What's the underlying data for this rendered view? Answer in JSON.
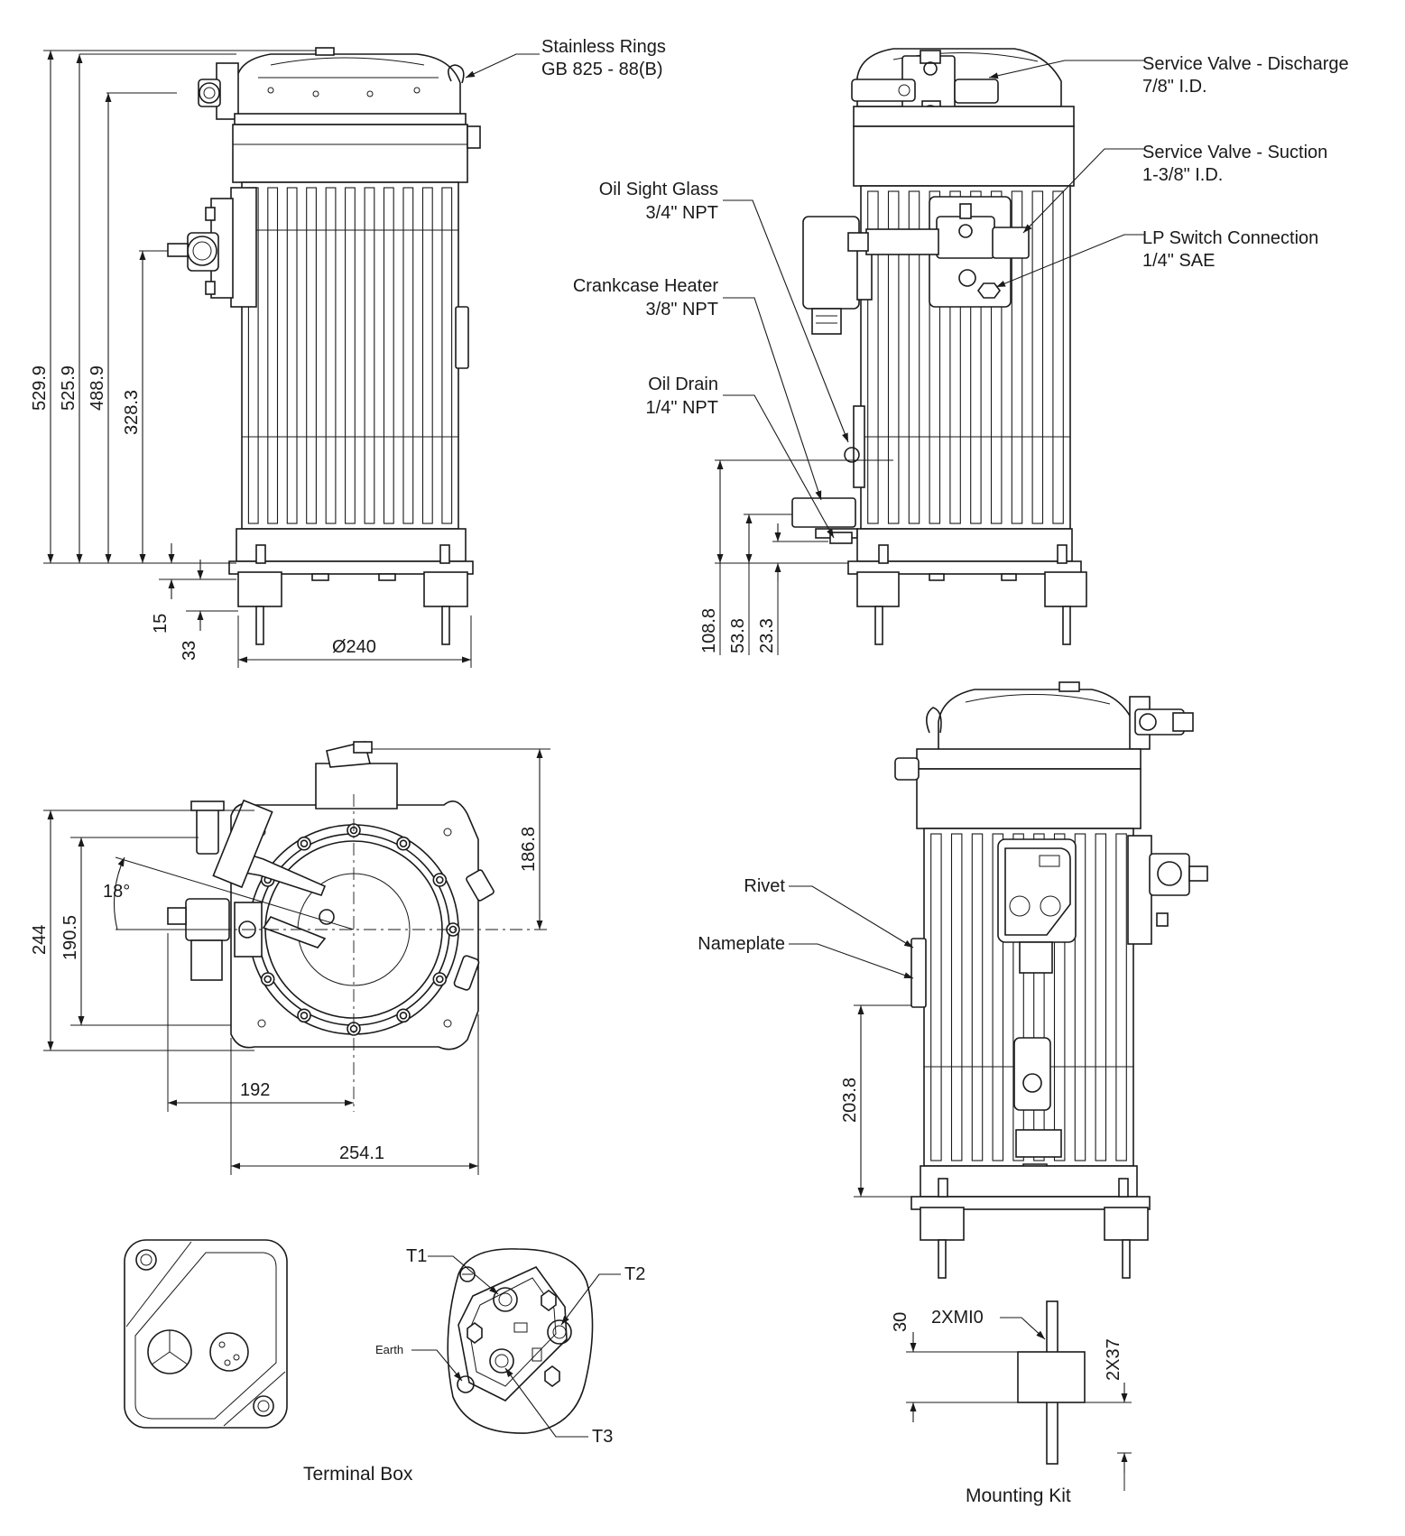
{
  "colors": {
    "ink": "#1a1a1a",
    "paper": "#ffffff"
  },
  "callouts": {
    "stainless_rings": {
      "line1": "Stainless Rings",
      "line2": "GB 825 - 88(B)"
    },
    "discharge_valve": {
      "line1": "Service Valve - Discharge",
      "line2": "7/8\" I.D."
    },
    "suction_valve": {
      "line1": "Service Valve - Suction",
      "line2": "1-3/8\" I.D."
    },
    "lp_switch": {
      "line1": "LP Switch Connection",
      "line2": "1/4\" SAE"
    },
    "oil_sight_glass": {
      "line1": "Oil Sight Glass",
      "line2": "3/4\" NPT"
    },
    "crankcase_heater": {
      "line1": "Crankcase Heater",
      "line2": "3/8\" NPT"
    },
    "oil_drain": {
      "line1": "Oil Drain",
      "line2": "1/4\" NPT"
    },
    "rivet": "Rivet",
    "nameplate": "Nameplate",
    "t1": "T1",
    "t2": "T2",
    "t3": "T3",
    "earth": "Earth",
    "mi0": "2XMI0"
  },
  "dimensions": {
    "front": {
      "h1": "529.9",
      "h2": "525.9",
      "h3": "488.9",
      "h4": "328.3",
      "foot1": "15",
      "foot2": "33",
      "diameter": "Ø240"
    },
    "side": {
      "h1": "108.8",
      "h2": "53.8",
      "h3": "23.3"
    },
    "top": {
      "h1": "244",
      "h2": "190.5",
      "h3": "186.8",
      "angle": "18°",
      "w1": "192",
      "w2": "254.1"
    },
    "rear": {
      "h1": "203.8"
    },
    "kit": {
      "h1": "30",
      "h2": "2X37"
    }
  },
  "captions": {
    "terminal_box": "Terminal Box",
    "mounting_kit": "Mounting Kit"
  }
}
